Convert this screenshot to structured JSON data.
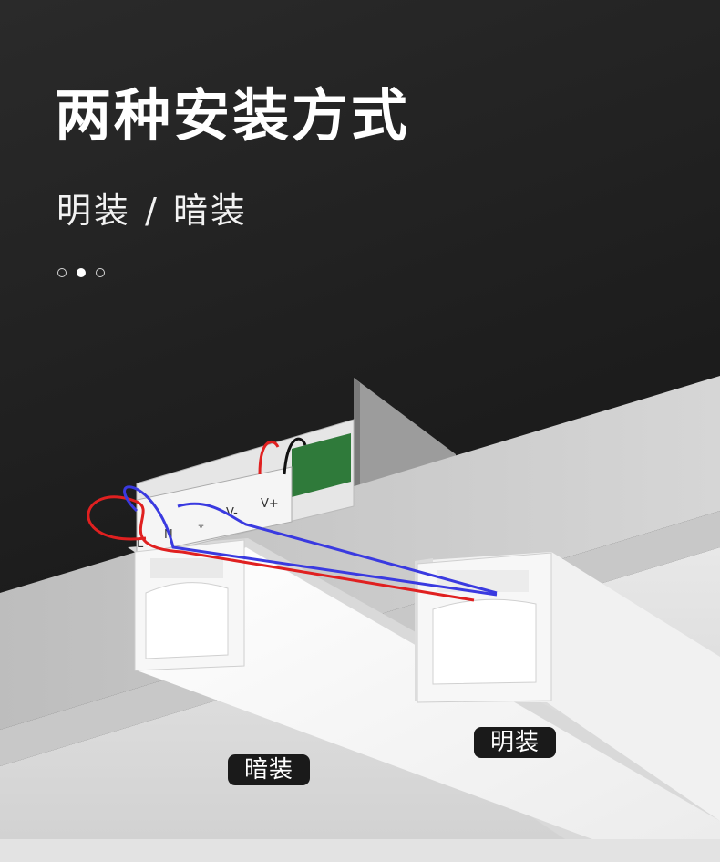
{
  "header": {
    "title": "两种安装方式",
    "subtitle": "明装 / 暗装"
  },
  "pagination": {
    "count": 3,
    "active_index": 1
  },
  "driver_terminals": [
    "L",
    "N",
    "⏚",
    "V-",
    "V+"
  ],
  "labels": {
    "concealed": "暗装",
    "surface": "明装"
  },
  "colors": {
    "background": "#1e1e1e",
    "wire_red": "#e02020",
    "wire_blue": "#3a3ae0",
    "profile_white": "#f4f4f4"
  }
}
